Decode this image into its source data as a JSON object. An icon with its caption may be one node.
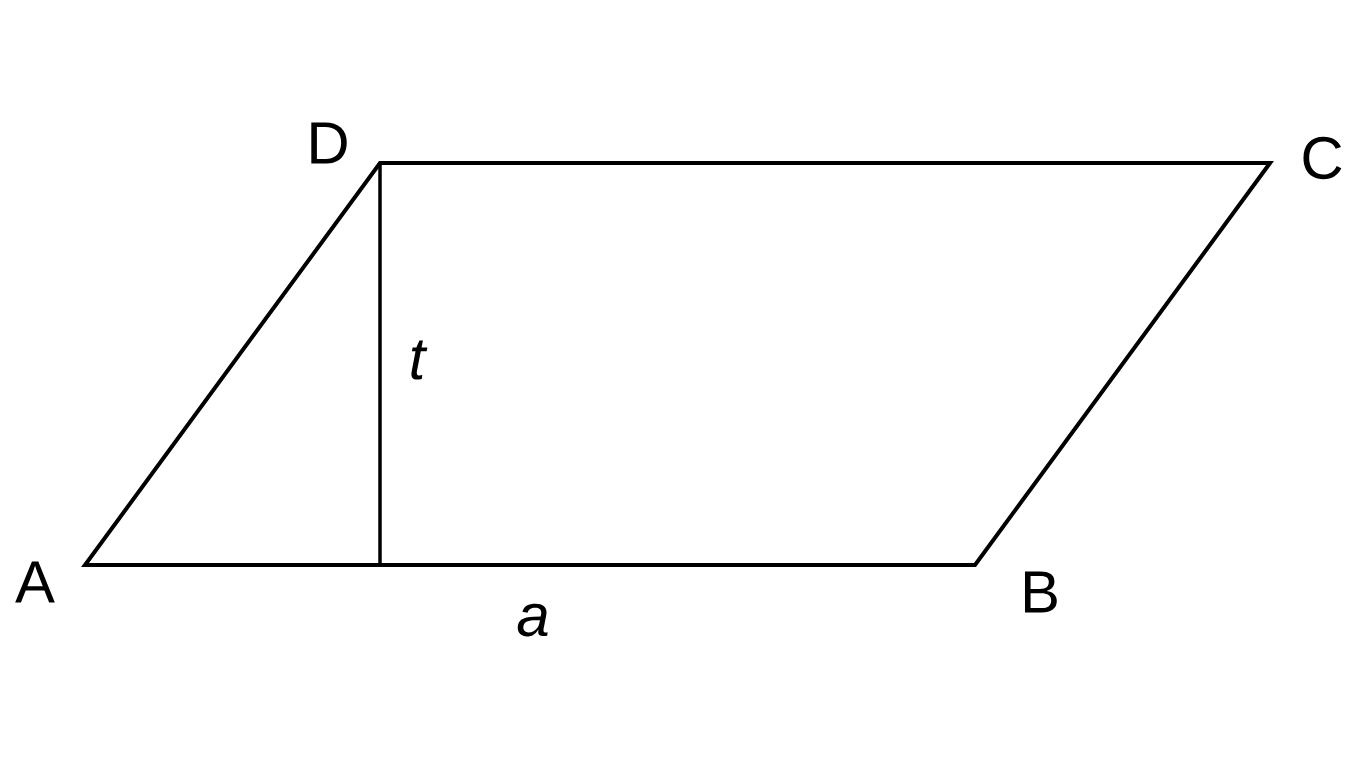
{
  "diagram": {
    "labels": [
      "D",
      "C",
      "t",
      "A",
      "B",
      "a"
    ]
  }
}
